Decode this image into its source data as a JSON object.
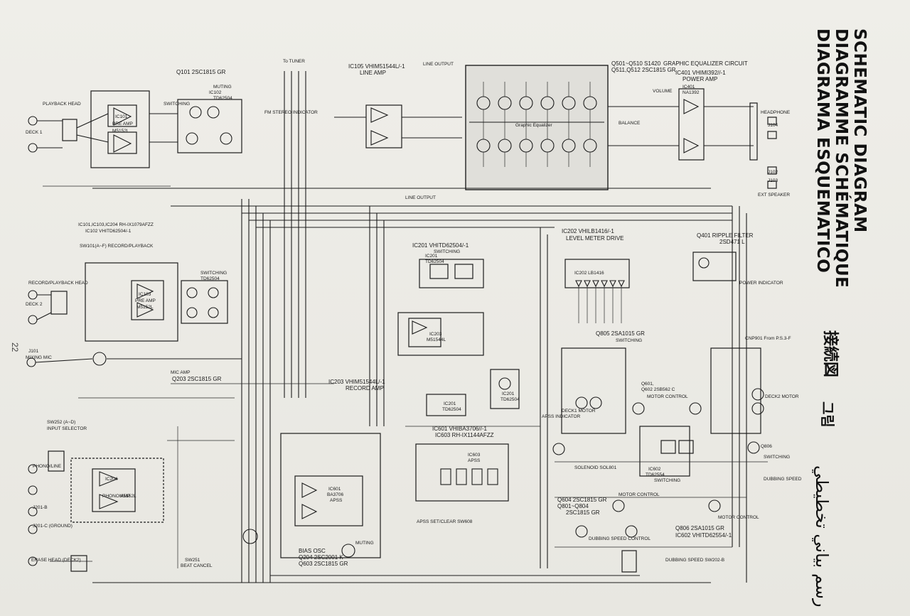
{
  "title": {
    "en": "SCHEMATIC DIAGRAM",
    "fr": "DIAGRAMME SCHÉMATIQUE",
    "es": "DIAGRAMA ESQUEMATICO",
    "ja": "接続図",
    "ko": "그림",
    "ar": "رسم بياني تخطيطي"
  },
  "page_number": "22",
  "blocks": {
    "playback_head": "PLAYBACK HEAD",
    "deck1": "DECK 1",
    "ic101": "IC101",
    "pre_amp": "PRE AMP",
    "m5152l_1": "M5152L",
    "q101": "Q101  2SC1815 GR",
    "ic102": "IC102",
    "muting": "MUTING",
    "td62504_1": "TD62504",
    "switching_1": "SWITCHING",
    "tv_tuner": "To TUNER",
    "fm_stereo": "FM STEREO INDICATOR",
    "ic105": "IC105  VHIM51544L/-1",
    "line_amp": "LINE AMP",
    "line_output": "LINE OUTPUT",
    "line_output2": "LINE OUTPUT",
    "q501": "Q501~Q510  S1420",
    "q511": "Q511,Q512  2SC1815 GR",
    "geq": "GRAPHIC EQUALIZER CIRCUIT",
    "graphic_equalizer": "Graphic Equalizer",
    "ic401": "IC401  VHIMI392//-1",
    "power_amp": "POWER AMP",
    "ic401b": "IC401",
    "na1392": "NA1392",
    "volume": "VOLUME",
    "balance": "BALANCE",
    "headphone": "HEADPHONE",
    "j104": "J104",
    "j102": "J102",
    "j103": "J103",
    "ext_speaker": "EXT SPEAKER",
    "ic_list": "IC101,IC103,IC204  RH-IX1079AFZZ",
    "ic102_list": "IC102  VHITD62504/-1",
    "ic201": "IC201  VHITD62504/-1",
    "ic202": "IC202  VHILB1416/-1",
    "level_meter": "LEVEL METER DRIVE",
    "lb1416": "IC202  LB1416",
    "q401": "Q401  RIPPLE FILTER",
    "q401b": "2SD471  L",
    "power_indicator": "POWER INDICATOR",
    "record_playback": "SW101(A~F) RECORD/PLAYBACK",
    "rec_play_head": "RECORD/PLAYBACK HEAD",
    "deck2": "DECK 2",
    "ic103": "IC103",
    "pre_amp2": "PRE AMP",
    "m5152l_2": "M5152L",
    "switching_2": "SWITCHING",
    "td62504_2": "TD62504",
    "ic201b": "IC201",
    "switching_3": "SWITCHING",
    "td62504_3": "TD62504",
    "ic203": "IC203",
    "m51544l": "M51544L",
    "ic203_label": "IC203  VHIM51544L/-1",
    "record_amp": "RECORD AMP",
    "ic201c": "IC201",
    "td62504_4": "TD62504",
    "ic201d": "IC201",
    "td62504_5": "TD62504",
    "q805": "Q805  2SA1015 GR",
    "switching_4": "SWITCHING",
    "j101": "J101",
    "mixing_mic": "MIXING MIC",
    "mic_amp": "MIC AMP",
    "q203": "Q203  2SC1815 GR",
    "sw252": "SW252 (A~D)",
    "input_selector": "INPUT SELECTOR",
    "phono_line": "PHONO/LINE",
    "ic204": "IC204",
    "phono_amp": "PHONO AMP",
    "m5152l_3": "M5152L",
    "j201": "J201-B",
    "ground": "J201-C (GROUND)",
    "ic601": "IC601  VHIBA3706//-1",
    "ic603": "IC603  RH-IX1144AFZZ",
    "ic601b": "IC601",
    "ba3706": "BA3706",
    "apss": "APSS",
    "ic603b": "IC603",
    "apss2": "APSS",
    "apss_set": "APSS SET/CLEAR SW608",
    "bias_osc": "BIAS OSC",
    "q204": "Q204  2SC2001  K",
    "q603": "Q603  2SC1815  GR",
    "muting2": "MUTING",
    "erase_head": "ERASE HEAD (DECK2)",
    "sw251": "SW251",
    "beat_cancel": "BEAT CANCEL",
    "q604": "Q604  2SC1815 GR",
    "q801": "Q801~Q804",
    "q801b": "2SC1815 GR",
    "q806": "Q806  2SA1015 GR",
    "ic602": "IC602  VHITD62554/-1",
    "ic602b": "IC602",
    "td62554": "TD62554",
    "switching_5": "SWITCHING",
    "solenoid": "SOLENOID SOL801",
    "apss_indicator": "APSS INDICATOR",
    "motor_control": "MOTOR CONTROL",
    "motor_control2": "MOTOR CONTROL",
    "motor_control3": "MOTOR CONTROL",
    "q601": "Q601,",
    "q602": "Q602  2SB562  C",
    "dubbing_speed": "DUBBING SPEED",
    "dubbing_speed_control": "DUBBING SPEED CONTROL",
    "dubbing_speed_sw": "DUBBING SPEED SW202-B",
    "switching_6": "SWITCHING",
    "q806b": "Q806",
    "deck1_mtr": "DECK1 MOTOR",
    "deck2_mtr": "DECK2 MOTOR",
    "cnp901": "CNP901 From P.S.3-F"
  }
}
